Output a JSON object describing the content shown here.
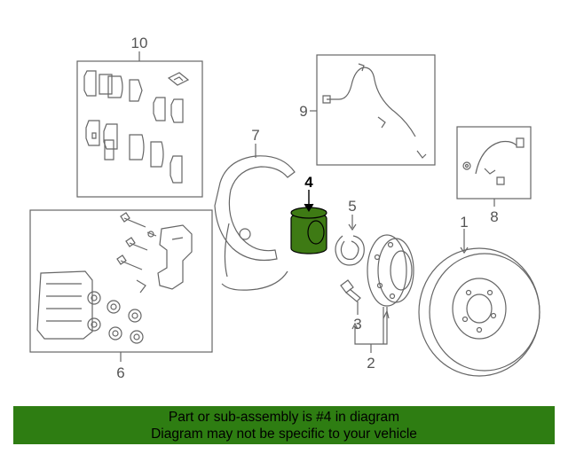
{
  "callouts": {
    "c1": "1",
    "c2": "2",
    "c3": "3",
    "c4": "4",
    "c5": "5",
    "c6": "6",
    "c7": "7",
    "c8": "8",
    "c9": "9",
    "c10": "10"
  },
  "highlight_color": "#3e7a14",
  "banner": {
    "line1": "Part or sub-assembly is #4 in diagram",
    "line2": "Diagram may not be specific to your vehicle",
    "background": "#2e7d12"
  }
}
